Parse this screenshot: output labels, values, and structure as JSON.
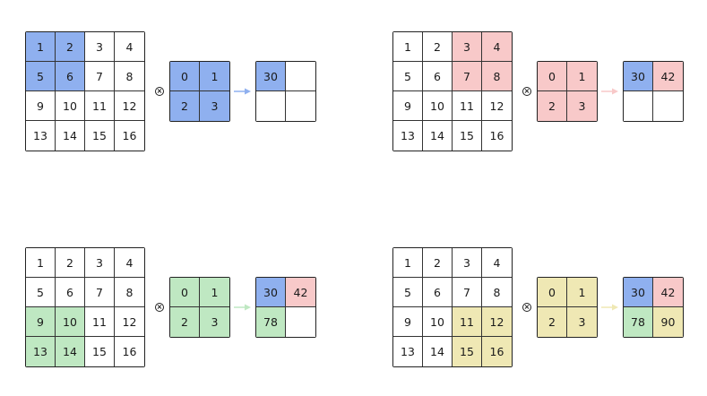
{
  "colors": {
    "blue": "#8fb0ef",
    "red": "#f8c9c9",
    "green": "#bfe8c2",
    "yellow": "#efe8b4",
    "empty": "#ffffff"
  },
  "input_values": [
    "1",
    "2",
    "3",
    "4",
    "5",
    "6",
    "7",
    "8",
    "9",
    "10",
    "11",
    "12",
    "13",
    "14",
    "15",
    "16"
  ],
  "kernel_values": [
    "0",
    "1",
    "2",
    "3"
  ],
  "operator_symbol": "⊗",
  "panels": [
    {
      "id": "step-1",
      "highlight_color": "blue",
      "highlight_cells": [
        0,
        1,
        4,
        5
      ],
      "output": [
        {
          "value": "30",
          "color": "blue"
        },
        {
          "value": "",
          "color": "empty"
        },
        {
          "value": "",
          "color": "empty"
        },
        {
          "value": "",
          "color": "empty"
        }
      ]
    },
    {
      "id": "step-2",
      "highlight_color": "red",
      "highlight_cells": [
        2,
        3,
        6,
        7
      ],
      "output": [
        {
          "value": "30",
          "color": "blue"
        },
        {
          "value": "42",
          "color": "red"
        },
        {
          "value": "",
          "color": "empty"
        },
        {
          "value": "",
          "color": "empty"
        }
      ]
    },
    {
      "id": "step-3",
      "highlight_color": "green",
      "highlight_cells": [
        8,
        9,
        12,
        13
      ],
      "output": [
        {
          "value": "30",
          "color": "blue"
        },
        {
          "value": "42",
          "color": "red"
        },
        {
          "value": "78",
          "color": "green"
        },
        {
          "value": "",
          "color": "empty"
        }
      ]
    },
    {
      "id": "step-4",
      "highlight_color": "yellow",
      "highlight_cells": [
        10,
        11,
        14,
        15
      ],
      "output": [
        {
          "value": "30",
          "color": "blue"
        },
        {
          "value": "42",
          "color": "red"
        },
        {
          "value": "78",
          "color": "green"
        },
        {
          "value": "90",
          "color": "yellow"
        }
      ]
    }
  ]
}
